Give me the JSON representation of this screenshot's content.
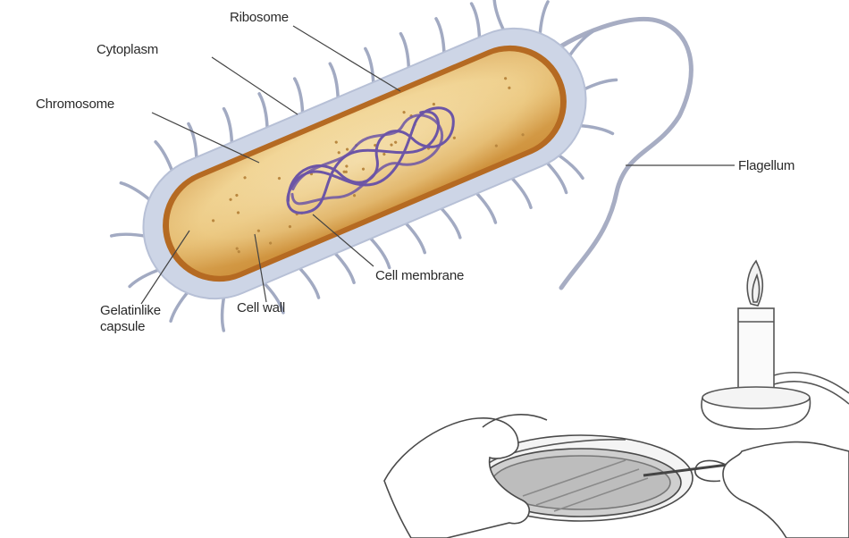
{
  "labels": {
    "ribosome": "Ribosome",
    "cytoplasm": "Cytoplasm",
    "chromosome": "Chromosome",
    "flagellum": "Flagellum",
    "cell_membrane": "Cell membrane",
    "cell_wall": "Cell wall",
    "capsule_line1": "Gelatinlike",
    "capsule_line2": "capsule"
  },
  "colors": {
    "cytoplasm": "#e2b55e",
    "cytoplasm_light": "#f7e3ad",
    "cell_wall": "#b8651d",
    "capsule": "#c9d1e2",
    "pili": "#9ea6bf",
    "chromosome": "#7058a8",
    "leader_line": "#333333"
  },
  "icons": {
    "bacterium": "bacterium-icon",
    "petri_dish": "petri-dish-icon",
    "burner": "bunsen-burner-icon"
  }
}
